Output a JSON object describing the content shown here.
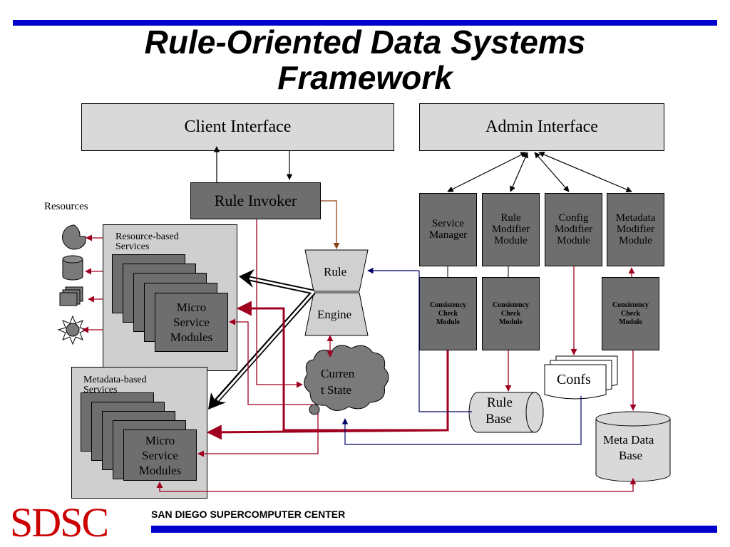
{
  "title": {
    "line1": "Rule-Oriented Data Systems",
    "line2": "Framework"
  },
  "interfaces": {
    "client": "Client Interface",
    "admin": "Admin Interface"
  },
  "rule_invoker": "Rule Invoker",
  "resources_label": "Resources",
  "resource_services": {
    "label_line1": "Resource-based",
    "label_line2": "Services",
    "micro_line1": "Micro",
    "micro_line2": "Service",
    "micro_line3": "Modules"
  },
  "metadata_services": {
    "label_line1": "Metadata-based",
    "label_line2": "Services",
    "micro_line1": "Micro",
    "micro_line2": "Service",
    "micro_line3": "Modules"
  },
  "rule_engine": {
    "top": "Rule",
    "bottom": "Engine"
  },
  "current_state": {
    "line1": "Curren",
    "line2": "t State"
  },
  "modules": [
    {
      "line1": "Service",
      "line2": "Manager",
      "line3": ""
    },
    {
      "line1": "Rule",
      "line2": "Modifier",
      "line3": "Module"
    },
    {
      "line1": "Config",
      "line2": "Modifier",
      "line3": "Module"
    },
    {
      "line1": "Metadata",
      "line2": "Modifier",
      "line3": "Module"
    }
  ],
  "consistency": {
    "line1": "Consistency",
    "line2": "Check",
    "line3": "Module"
  },
  "rule_base": {
    "line1": "Rule",
    "line2": "Base"
  },
  "confs": "Confs",
  "meta_data_base": {
    "line1": "Meta Data",
    "line2": "Base"
  },
  "footer": {
    "logo": "SDSC",
    "org": "SAN DIEGO SUPERCOMPUTER CENTER"
  },
  "colors": {
    "accent_bar": "#0000cc",
    "logo": "#cc0000",
    "red_arrow": "#a00020",
    "navy_arrow": "#000066",
    "brown_arrow": "#8b4513"
  }
}
